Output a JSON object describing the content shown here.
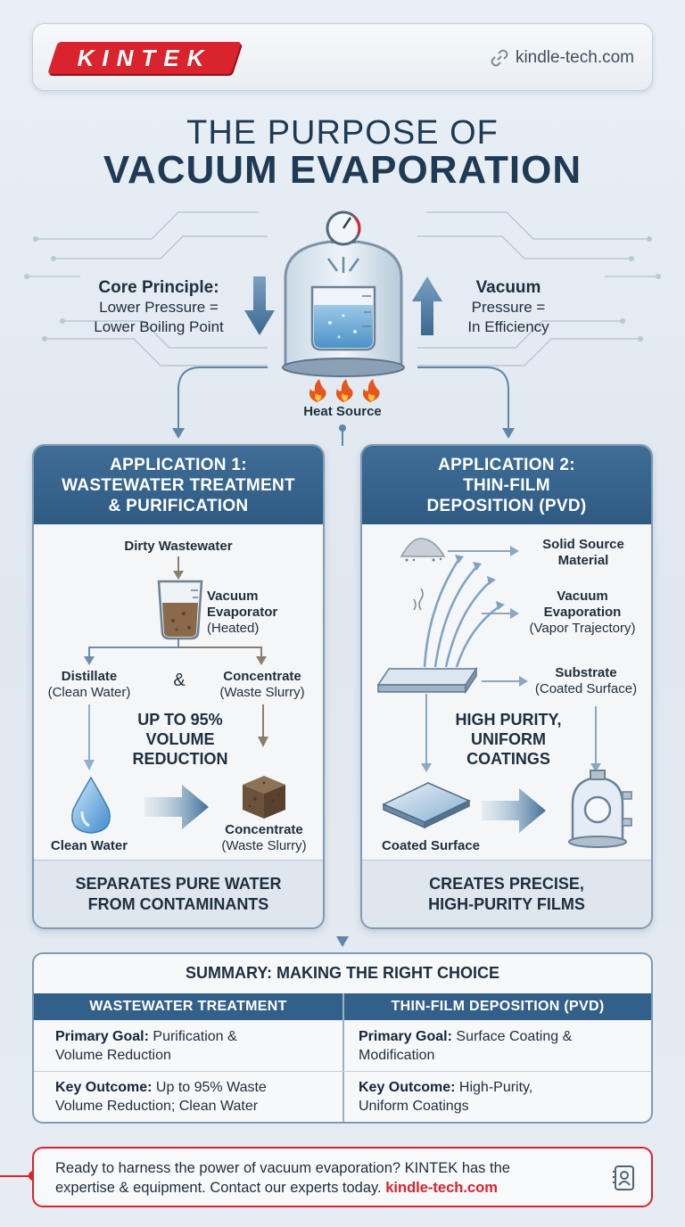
{
  "header": {
    "logo_text": "KINTEK",
    "site": "kindle-tech.com"
  },
  "title": {
    "line1": "THE PURPOSE OF",
    "line2": "VACUUM EVAPORATION"
  },
  "hero": {
    "left_title": "Core Principle:",
    "left_line1": "Lower Pressure =",
    "left_line2": "Lower Boiling Point",
    "right_title": "Vacuum",
    "right_line1": "Pressure =",
    "right_line2": "In Efficiency",
    "heat_label": "Heat Source"
  },
  "app1": {
    "head_line1": "APPLICATION 1:",
    "head_line2": "WASTEWATER TREATMENT",
    "head_line3": "& PURIFICATION",
    "input": "Dirty Wastewater",
    "evap_line1": "Vacuum",
    "evap_line2": "Evaporator",
    "evap_line3": "(Heated)",
    "distillate": "Distillate",
    "distillate_sub": "(Clean Water)",
    "amp": "&",
    "concentrate": "Concentrate",
    "concentrate_sub": "(Waste Slurry)",
    "reduction_line1": "UP TO 95%",
    "reduction_line2": "VOLUME",
    "reduction_line3": "REDUCTION",
    "clean_water": "Clean Water",
    "out_concentrate": "Concentrate",
    "out_concentrate_sub": "(Waste Slurry)",
    "foot_line1": "SEPARATES PURE WATER",
    "foot_line2": "FROM CONTAMINANTS"
  },
  "app2": {
    "head_line1": "APPLICATION 2:",
    "head_line2": "THIN-FILM",
    "head_line3": "DEPOSITION (PVD)",
    "source_line1": "Solid Source",
    "source_line2": "Material",
    "evap_line1": "Vacuum",
    "evap_line2": "Evaporation",
    "evap_line3": "(Vapor Trajectory)",
    "substrate": "Substrate",
    "substrate_sub": "(Coated Surface)",
    "purity_line1": "HIGH PURITY,",
    "purity_line2": "UNIFORM",
    "purity_line3": "COATINGS",
    "coated": "Coated Surface",
    "foot_line1": "CREATES PRECISE,",
    "foot_line2": "HIGH-PURITY FILMS"
  },
  "summary": {
    "title": "SUMMARY: MAKING THE RIGHT CHOICE",
    "col1_head": "WASTEWATER TREATMENT",
    "col2_head": "THIN-FILM DEPOSITION (PVD)",
    "goal_label": "Primary Goal:",
    "outcome_label": "Key Outcome:",
    "col1_goal_a": "Purification &",
    "col1_goal_b": "Volume Reduction",
    "col1_outcome_a": "Up to 95% Waste",
    "col1_outcome_b": "Volume Reduction; Clean Water",
    "col2_goal_a": "Surface Coating &",
    "col2_goal_b": "Modification",
    "col2_outcome_a": "High-Purity,",
    "col2_outcome_b": "Uniform Coatings"
  },
  "cta": {
    "line1": "Ready to harness the power of vacuum evaporation? KINTEK has the",
    "line2": "expertise & equipment. Contact our experts today.",
    "link": "kindle-tech.com"
  },
  "colors": {
    "brand_red": "#d9232d",
    "panel_blue": "#2f5b83",
    "title_navy": "#1f3a54"
  }
}
